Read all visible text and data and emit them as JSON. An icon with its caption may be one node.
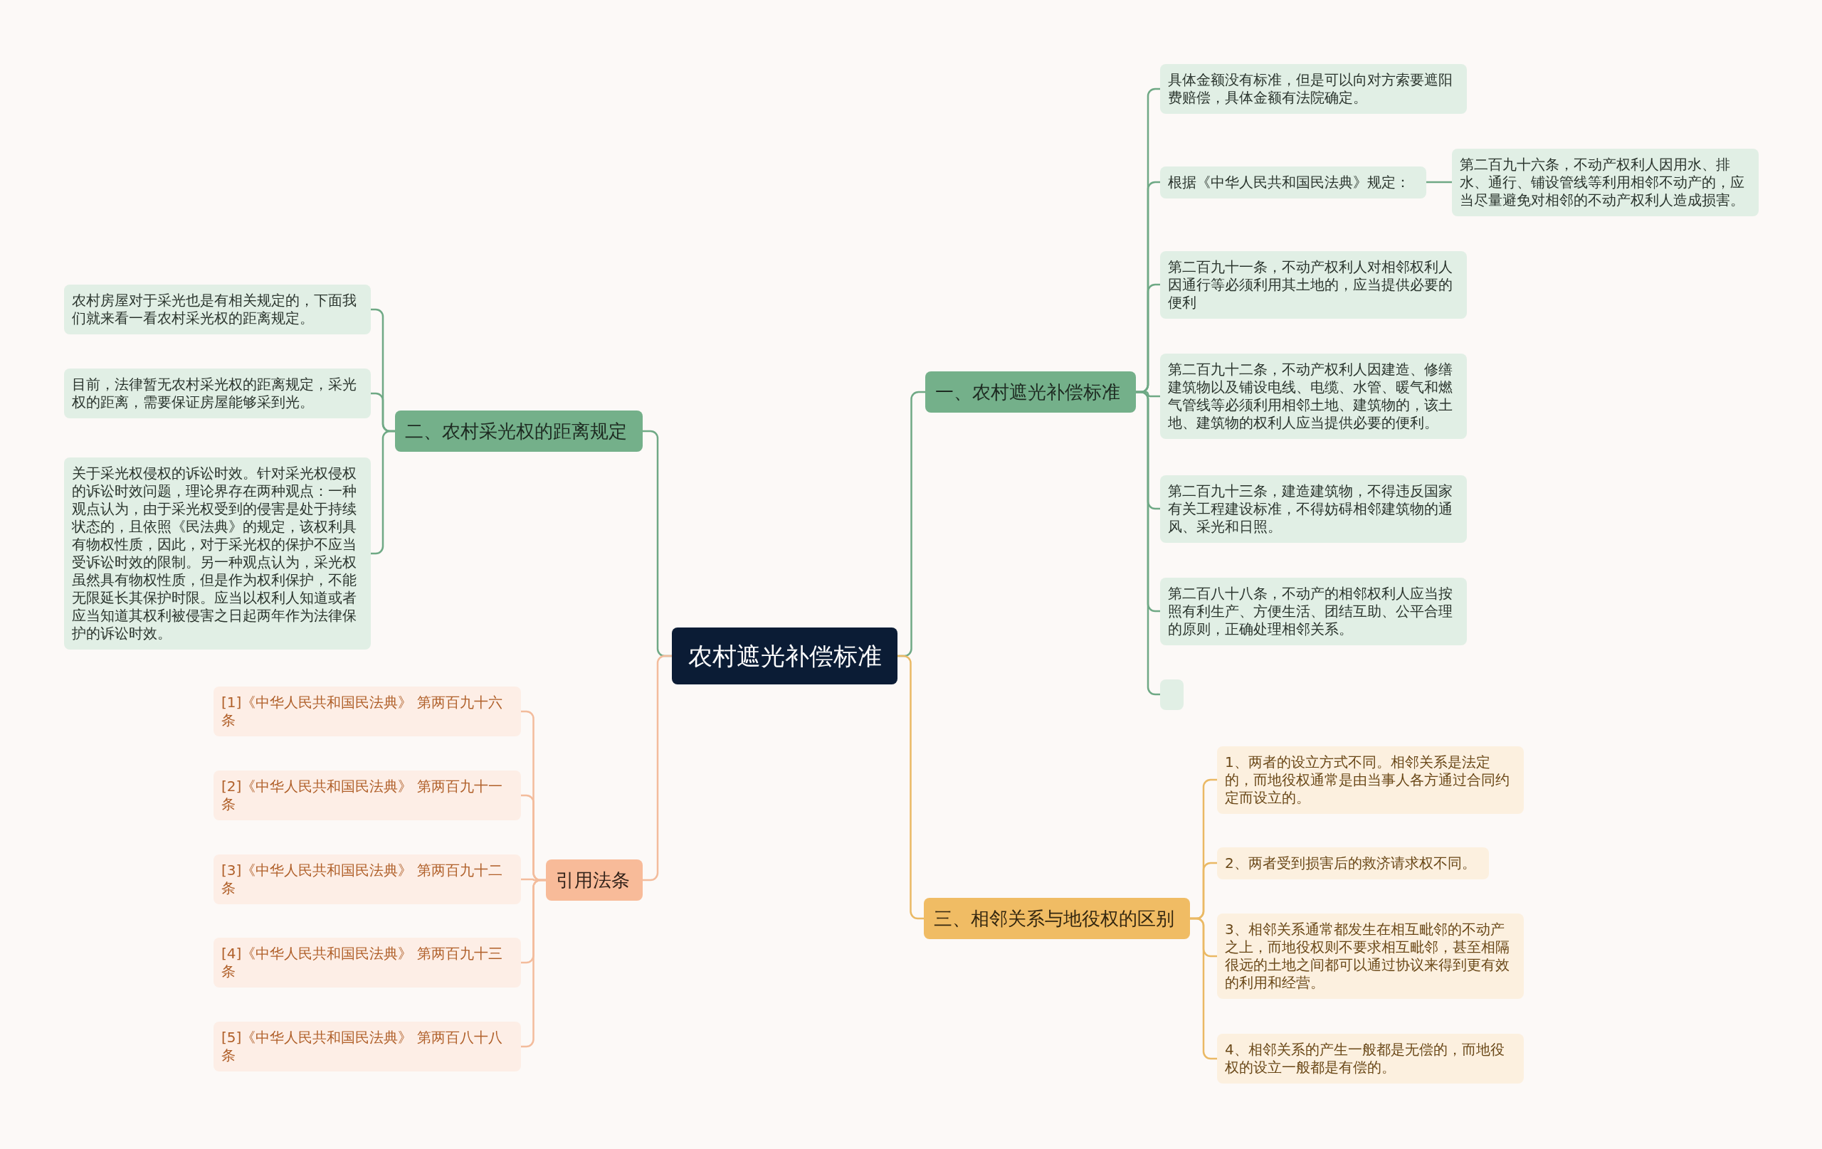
{
  "diagram": {
    "nodes": [
      {
        "text": [
          "农村遮光补偿标准"
        ]
      },
      {
        "text": [
          "一、农村遮光补偿标准"
        ]
      },
      {
        "text": [
          "具体金额没有标准，但是可以向对方索要遮阳费赔偿，具体金额有法院确定。"
        ]
      },
      {
        "text": [
          "根据《中华人民共和国民法典》规定："
        ]
      },
      {
        "text": [
          "第二百九十六条，不动产权利人因用水、排水、通行、铺设管线等利用相邻不动产的，应当尽量避免对相邻的不动产权利人造成损害。"
        ]
      },
      {
        "text": [
          "第二百九十一条，不动产权利人对相邻权利人因通行等必须利用其土地的，应当提供必要的便利"
        ]
      },
      {
        "text": [
          "第二百九十二条，不动产权利人因建造、修缮建筑物以及铺设电线、电缆、水管、暖气和燃气管线等必须利用相邻土地、建筑物的，该土地、建筑物的权利人应当提供必要的便利。"
        ]
      },
      {
        "text": [
          "第二百九十三条，建造建筑物，不得违反国家有关工程建设标准，不得妨碍相邻建筑物的通风、采光和日照。"
        ]
      },
      {
        "text": [
          "第二百八十八条，不动产的相邻权利人应当按照有利生产、方便生活、团结互助、公平合理的原则，正确处理相邻关系。"
        ]
      },
      {
        "text": [],
        "shape": "box"
      },
      {
        "text": [
          "二、农村采光权的距离规定"
        ]
      },
      {
        "text": [
          "农村房屋对于采光也是有相关规定的，下面我们就来看一看农村采光权的距离规定。"
        ]
      },
      {
        "text": [
          "目前，法律暂无农村采光权的距离规定，采光权的距离，需要保证房屋能够采到光。"
        ]
      },
      {
        "text": [
          "关于采光权侵权的诉讼时效。针对采光权侵权的诉讼时效问题，理论界存在两种观点：一种观点认为，由于采光权受到的侵害是处于持续状态的，且依照《民法典》的规定，该权利具有物权性质，因此，对于采光权的保护不应当受诉讼时效的限制。另一种观点认为，采光权虽然具有物权性质，但是作为权利保护，不能无限延长其保护时限。应当以权利人知道或者应当知道其权利被侵害之日起两年作为法律保护的诉讼时效。"
        ]
      },
      {
        "text": [
          "三、相邻关系与地役权的区别"
        ]
      },
      {
        "text": [
          "1、两者的设立方式不同。相邻关系是法定的，而地役权通常是由当事人各方通过合同约定而设立的。"
        ]
      },
      {
        "text": [
          "2、两者受到损害后的救济请求权不同。"
        ]
      },
      {
        "text": [
          "3、相邻关系通常都发生在相互毗邻的不动产之上，而地役权则不要求相互毗邻，甚至相隔很远的土地之间都可以通过协议来得到更有效的利用和经营。"
        ]
      },
      {
        "text": [
          "4、相邻关系的产生一般都是无偿的，而地役权的设立一般都是有偿的。"
        ]
      },
      {
        "text": [
          "引用法条"
        ]
      },
      {
        "text": [
          "[1]《中华人民共和国民法典》 第两百九十六条"
        ]
      },
      {
        "text": [
          "[2]《中华人民共和国民法典》 第两百九十一条"
        ]
      },
      {
        "text": [
          "[3]《中华人民共和国民法典》 第两百九十二条"
        ]
      },
      {
        "text": [
          "[4]《中华人民共和国民法典》 第两百九十三条"
        ]
      },
      {
        "text": [
          "[5]《中华人民共和国民法典》 第两百八十八条"
        ]
      }
    ],
    "edges": [
      {
        "from": 0,
        "to": 1,
        "arrow": "none"
      },
      {
        "from": 1,
        "to": 2,
        "arrow": "none"
      },
      {
        "from": 1,
        "to": 3,
        "arrow": "none"
      },
      {
        "from": 3,
        "to": 4,
        "arrow": "none"
      },
      {
        "from": 1,
        "to": 5,
        "arrow": "none"
      },
      {
        "from": 1,
        "to": 6,
        "arrow": "none"
      },
      {
        "from": 1,
        "to": 7,
        "arrow": "none"
      },
      {
        "from": 1,
        "to": 8,
        "arrow": "none"
      },
      {
        "from": 1,
        "to": 9,
        "arrow": "none"
      },
      {
        "from": 0,
        "to": 10,
        "arrow": "none"
      },
      {
        "from": 10,
        "to": 11,
        "arrow": "none"
      },
      {
        "from": 10,
        "to": 12,
        "arrow": "none"
      },
      {
        "from": 10,
        "to": 13,
        "arrow": "none"
      },
      {
        "from": 0,
        "to": 14,
        "arrow": "none",
        "color": "#eab964"
      },
      {
        "from": 14,
        "to": 15,
        "arrow": "none",
        "color": "#eab964"
      },
      {
        "from": 14,
        "to": 16,
        "arrow": "none",
        "color": "#eab964"
      },
      {
        "from": 14,
        "to": 17,
        "arrow": "none",
        "color": "#eab964"
      },
      {
        "from": 14,
        "to": 18,
        "arrow": "none",
        "color": "#eab964"
      },
      {
        "from": 0,
        "to": 19,
        "arrow": "none",
        "color": "#f3bc9c"
      },
      {
        "from": 19,
        "to": 20,
        "arrow": "none",
        "color": "#f3bc9c"
      },
      {
        "from": 19,
        "to": 21,
        "arrow": "none",
        "color": "#f3bc9c"
      },
      {
        "from": 19,
        "to": 22,
        "arrow": "none",
        "color": "#f3bc9c"
      },
      {
        "from": 19,
        "to": 23,
        "arrow": "none",
        "color": "#f3bc9c"
      },
      {
        "from": 19,
        "to": 24,
        "arrow": "none",
        "color": "#f3bc9c"
      }
    ]
  }
}
